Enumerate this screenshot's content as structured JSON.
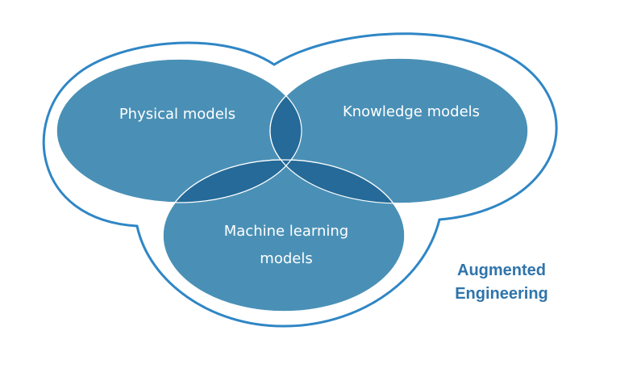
{
  "colors": {
    "ellipse_fill": "#4a90b6",
    "overlap_fill": "#256a98",
    "outline": "#2f86c5",
    "label_text": "#ffffff",
    "caption_text": "#2f74ab"
  },
  "diagram": {
    "circles": [
      {
        "id": "physical",
        "label": "Physical models"
      },
      {
        "id": "knowledge",
        "label": "Knowledge models"
      },
      {
        "id": "ml",
        "label_line1": "Machine learning",
        "label_line2": "models"
      }
    ],
    "caption_line1": "Augmented",
    "caption_line2": "Engineering"
  }
}
